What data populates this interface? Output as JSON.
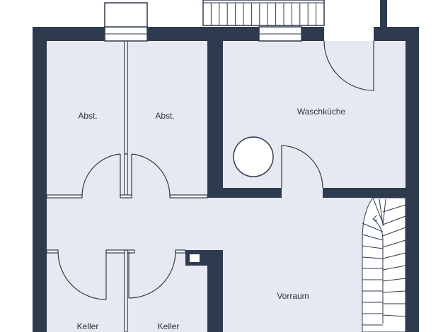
{
  "colors": {
    "wall": "#2e3a4d",
    "floor": "#e7e9f2",
    "outside": "#ffffff",
    "line": "#2e3a4d"
  },
  "rooms": {
    "abst_left": "Abst.",
    "abst_right": "Abst.",
    "waschkueche": "Waschküche",
    "vorraum": "Vorraum",
    "keller_left": "Keller",
    "keller_right": "Keller"
  }
}
